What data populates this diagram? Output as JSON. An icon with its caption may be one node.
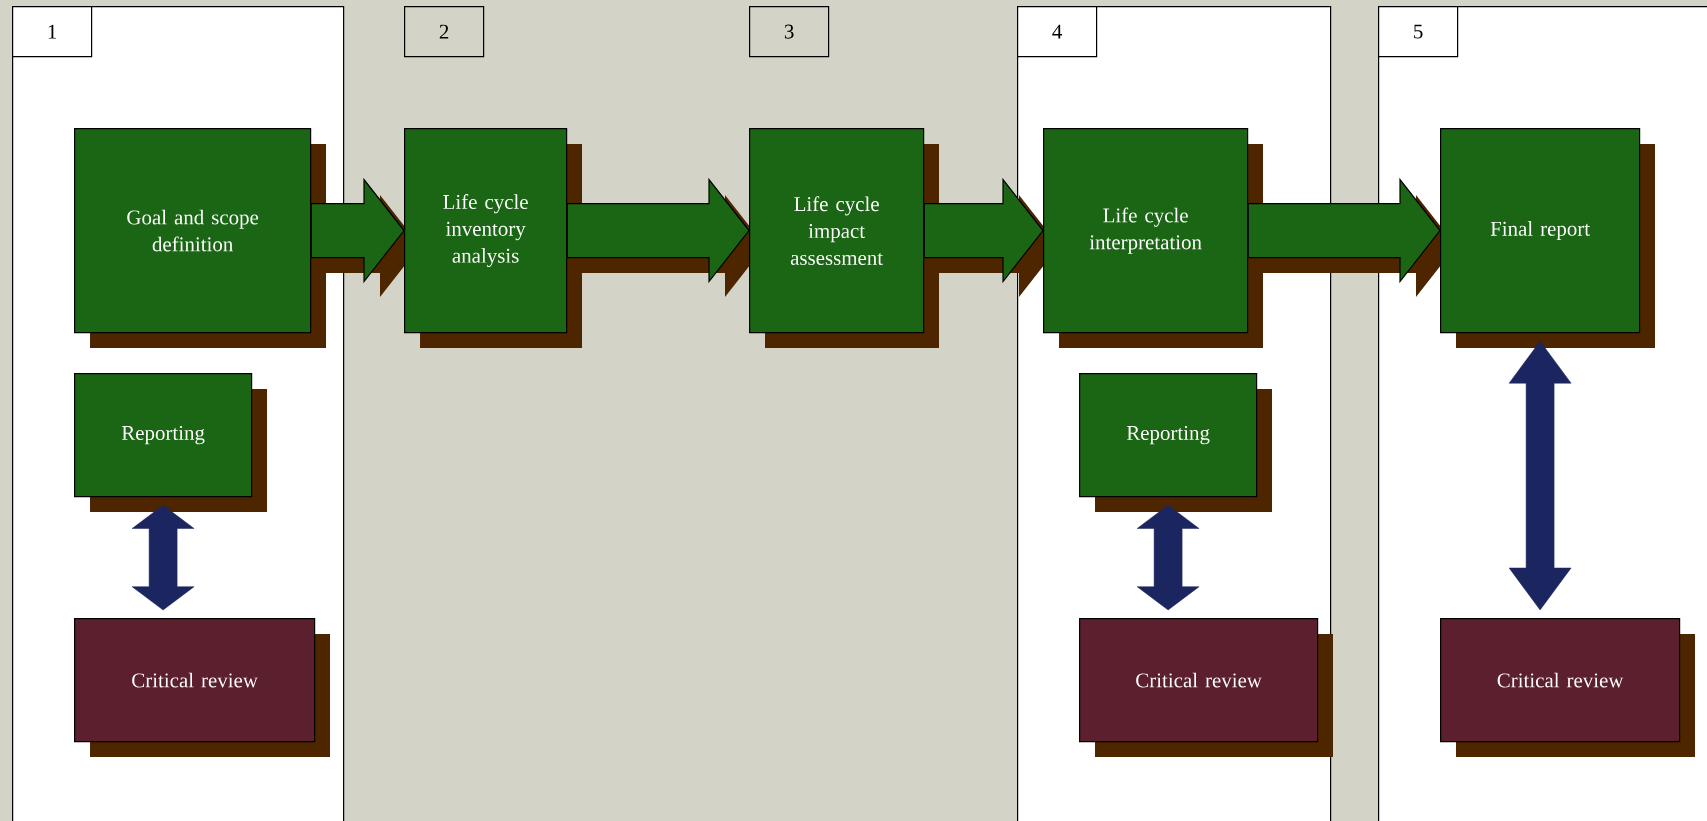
{
  "diagram": {
    "nodes": [
      {
        "text": [
          "1"
        ]
      },
      {
        "text": [
          "Goal and scope definition"
        ],
        "in": 0
      },
      {
        "text": [
          "Reporting"
        ],
        "in": 0
      },
      {
        "text": [
          "Critical review"
        ],
        "in": 0
      },
      {
        "text": [
          "2"
        ]
      },
      {
        "text": [
          "Life cycle inventory analysis"
        ]
      },
      {
        "text": [
          "3"
        ]
      },
      {
        "text": [
          "Life cycle impact assessment"
        ]
      },
      {
        "text": [
          "4"
        ]
      },
      {
        "text": [
          "Life cycle interpretation"
        ],
        "in": 8
      },
      {
        "text": [
          "Reporting"
        ],
        "in": 8
      },
      {
        "text": [
          "Critical review"
        ],
        "in": 8
      },
      {
        "text": [
          "5"
        ]
      },
      {
        "text": [
          "Final report"
        ],
        "in": 12
      },
      {
        "text": [
          "Critical review"
        ],
        "in": 12
      }
    ],
    "edges": [
      {
        "from": 1,
        "to": 5,
        "arrow": "to",
        "color": "#1b6614"
      },
      {
        "from": 5,
        "to": 7,
        "arrow": "to",
        "color": "#1b6614"
      },
      {
        "from": 7,
        "to": 9,
        "arrow": "to",
        "color": "#1b6614"
      },
      {
        "from": 9,
        "to": 13,
        "arrow": "to",
        "color": "#1b6614"
      },
      {
        "from": 2,
        "to": 3,
        "arrow": "both",
        "color": "#1b2660"
      },
      {
        "from": 10,
        "to": 11,
        "arrow": "both",
        "color": "#1b2660"
      },
      {
        "from": 13,
        "to": 14,
        "arrow": "both",
        "color": "#1b2660"
      }
    ]
  }
}
